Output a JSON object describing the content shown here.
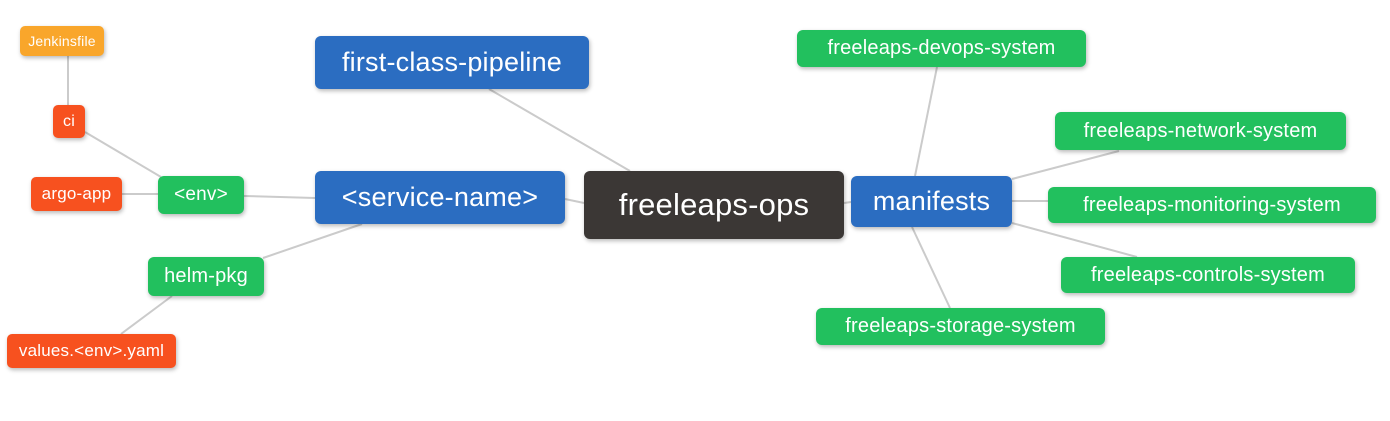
{
  "diagram_type": "mindmap",
  "palette": {
    "blue": "#2B6DC1",
    "green": "#22C05E",
    "orange": "#F9A62B",
    "red": "#F7511F",
    "dark": "#3B3735",
    "text": "#FFFFFF",
    "edge": "#CBCBCB",
    "background": "#FFFFFF"
  },
  "nodes": {
    "jenkinsfile": {
      "label": "Jenkinsfile",
      "color": "orange"
    },
    "ci": {
      "label": "ci",
      "color": "red"
    },
    "argo_app": {
      "label": "argo-app",
      "color": "red"
    },
    "env": {
      "label": "<env>",
      "color": "green"
    },
    "helm_pkg": {
      "label": "helm-pkg",
      "color": "green"
    },
    "values_yaml": {
      "label": "values.<env>.yaml",
      "color": "red"
    },
    "first_class_pipeline": {
      "label": "first-class-pipeline",
      "color": "blue"
    },
    "service_name": {
      "label": "<service-name>",
      "color": "blue"
    },
    "freeleaps_ops": {
      "label": "freeleaps-ops",
      "color": "dark"
    },
    "manifests": {
      "label": "manifests",
      "color": "blue"
    },
    "devops_system": {
      "label": "freeleaps-devops-system",
      "color": "green"
    },
    "network_system": {
      "label": "freeleaps-network-system",
      "color": "green"
    },
    "monitoring_system": {
      "label": "freeleaps-monitoring-system",
      "color": "green"
    },
    "controls_system": {
      "label": "freeleaps-controls-system",
      "color": "green"
    },
    "storage_system": {
      "label": "freeleaps-storage-system",
      "color": "green"
    }
  },
  "edges": [
    {
      "from": "jenkinsfile",
      "to": "ci"
    },
    {
      "from": "ci",
      "to": "env"
    },
    {
      "from": "argo_app",
      "to": "env"
    },
    {
      "from": "env",
      "to": "service_name"
    },
    {
      "from": "helm_pkg",
      "to": "service_name"
    },
    {
      "from": "values_yaml",
      "to": "helm_pkg"
    },
    {
      "from": "first_class_pipeline",
      "to": "freeleaps_ops"
    },
    {
      "from": "service_name",
      "to": "freeleaps_ops"
    },
    {
      "from": "freeleaps_ops",
      "to": "manifests"
    },
    {
      "from": "manifests",
      "to": "devops_system"
    },
    {
      "from": "manifests",
      "to": "network_system"
    },
    {
      "from": "manifests",
      "to": "monitoring_system"
    },
    {
      "from": "manifests",
      "to": "controls_system"
    },
    {
      "from": "manifests",
      "to": "storage_system"
    }
  ]
}
